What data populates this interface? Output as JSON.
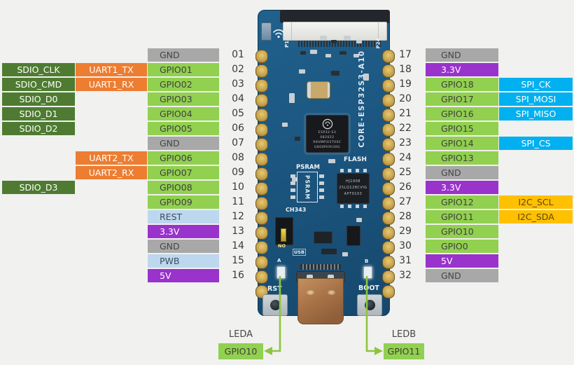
{
  "type_colors": {
    "gnd": {
      "bg": "#a8a8a8",
      "fg": "#454545"
    },
    "gpio": {
      "bg": "#92d050",
      "fg": "#3f3f3f"
    },
    "power": {
      "bg": "#9933cc",
      "fg": "#ffffff"
    },
    "ctrl": {
      "bg": "#bdd7ee",
      "fg": "#3e4c5c"
    },
    "uart": {
      "bg": "#ed7d31",
      "fg": "#ffffff"
    },
    "sdio": {
      "bg": "#4e7b31",
      "fg": "#ffffff"
    },
    "spi": {
      "bg": "#00b0f0",
      "fg": "#ffffff"
    },
    "i2c": {
      "bg": "#ffc000",
      "fg": "#5c470e"
    }
  },
  "line_color": "#8cc63e",
  "left_rows": [
    {
      "pin": "01",
      "main": {
        "label": "GND",
        "type": "gnd"
      }
    },
    {
      "pin": "02",
      "main": {
        "label": "GPIO01",
        "type": "gpio"
      },
      "uart": {
        "label": "UART1_TX",
        "type": "uart"
      },
      "sdio": {
        "label": "SDIO_CLK",
        "type": "sdio"
      }
    },
    {
      "pin": "03",
      "main": {
        "label": "GPIO02",
        "type": "gpio"
      },
      "uart": {
        "label": "UART1_RX",
        "type": "uart"
      },
      "sdio": {
        "label": "SDIO_CMD",
        "type": "sdio"
      }
    },
    {
      "pin": "04",
      "main": {
        "label": "GPIO03",
        "type": "gpio"
      },
      "sdio": {
        "label": "SDIO_D0",
        "type": "sdio"
      }
    },
    {
      "pin": "05",
      "main": {
        "label": "GPIO04",
        "type": "gpio"
      },
      "sdio": {
        "label": "SDIO_D1",
        "type": "sdio"
      }
    },
    {
      "pin": "06",
      "main": {
        "label": "GPIO05",
        "type": "gpio"
      },
      "sdio": {
        "label": "SDIO_D2",
        "type": "sdio"
      }
    },
    {
      "pin": "07",
      "main": {
        "label": "GND",
        "type": "gnd"
      }
    },
    {
      "pin": "08",
      "main": {
        "label": "GPIO06",
        "type": "gpio"
      },
      "uart": {
        "label": "UART2_TX",
        "type": "uart"
      }
    },
    {
      "pin": "09",
      "main": {
        "label": "GPIO07",
        "type": "gpio"
      },
      "uart": {
        "label": "UART2_RX",
        "type": "uart"
      }
    },
    {
      "pin": "10",
      "main": {
        "label": "GPIO08",
        "type": "gpio"
      },
      "sdio": {
        "label": "SDIO_D3",
        "type": "sdio"
      }
    },
    {
      "pin": "11",
      "main": {
        "label": "GPIO09",
        "type": "gpio"
      }
    },
    {
      "pin": "12",
      "main": {
        "label": "REST",
        "type": "ctrl"
      }
    },
    {
      "pin": "13",
      "main": {
        "label": "3.3V",
        "type": "power"
      }
    },
    {
      "pin": "14",
      "main": {
        "label": "GND",
        "type": "gnd"
      }
    },
    {
      "pin": "15",
      "main": {
        "label": "PWB",
        "type": "ctrl"
      }
    },
    {
      "pin": "16",
      "main": {
        "label": "5V",
        "type": "power"
      }
    }
  ],
  "right_rows": [
    {
      "pin": "17",
      "main": {
        "label": "GND",
        "type": "gnd"
      }
    },
    {
      "pin": "18",
      "main": {
        "label": "3.3V",
        "type": "power"
      }
    },
    {
      "pin": "19",
      "main": {
        "label": "GPIO18",
        "type": "gpio"
      },
      "ext": {
        "label": "SPI_CK",
        "type": "spi"
      }
    },
    {
      "pin": "20",
      "main": {
        "label": "GPIO17",
        "type": "gpio"
      },
      "ext": {
        "label": "SPI_MOSI",
        "type": "spi"
      }
    },
    {
      "pin": "21",
      "main": {
        "label": "GPIO16",
        "type": "gpio"
      },
      "ext": {
        "label": "SPI_MISO",
        "type": "spi"
      }
    },
    {
      "pin": "22",
      "main": {
        "label": "GPIO15",
        "type": "gpio"
      }
    },
    {
      "pin": "23",
      "main": {
        "label": "GPIO14",
        "type": "gpio"
      },
      "ext": {
        "label": "SPI_CS",
        "type": "spi"
      }
    },
    {
      "pin": "24",
      "main": {
        "label": "GPIO13",
        "type": "gpio"
      }
    },
    {
      "pin": "25",
      "main": {
        "label": "GND",
        "type": "gnd"
      }
    },
    {
      "pin": "26",
      "main": {
        "label": "3.3V",
        "type": "power"
      }
    },
    {
      "pin": "27",
      "main": {
        "label": "GPIO12",
        "type": "gpio"
      },
      "ext": {
        "label": "I2C_SCL",
        "type": "i2c"
      }
    },
    {
      "pin": "28",
      "main": {
        "label": "GPIO11",
        "type": "gpio"
      },
      "ext": {
        "label": "I2C_SDA",
        "type": "i2c"
      }
    },
    {
      "pin": "29",
      "main": {
        "label": "GPIO10",
        "type": "gpio"
      }
    },
    {
      "pin": "30",
      "main": {
        "label": "GPIO0",
        "type": "gpio"
      }
    },
    {
      "pin": "31",
      "main": {
        "label": "5V",
        "type": "power"
      }
    },
    {
      "pin": "32",
      "main": {
        "label": "GND",
        "type": "gnd"
      }
    }
  ],
  "board": {
    "name_vertical": "CORE-ESP32S3-A10",
    "silk": {
      "p1": "P1",
      "p24": "P24",
      "psram": "PSRAM",
      "flash": "FLASH",
      "ch343": "CH343",
      "no": "NO",
      "usb": "USB",
      "a": "A",
      "b": "B",
      "rst": "RST",
      "boot": "BOOT"
    },
    "chip_lines": [
      "ESP32-S3",
      "082022",
      "R8VMP3I5T00C",
      "U800PH9I30G"
    ],
    "flash_lines": [
      "HJ1908",
      "25LQ128CVIG",
      "APT0103"
    ]
  },
  "bottom": {
    "leda": {
      "title": "LEDA",
      "pin": "GPIO10"
    },
    "ledb": {
      "title": "LEDB",
      "pin": "GPIO11"
    }
  }
}
